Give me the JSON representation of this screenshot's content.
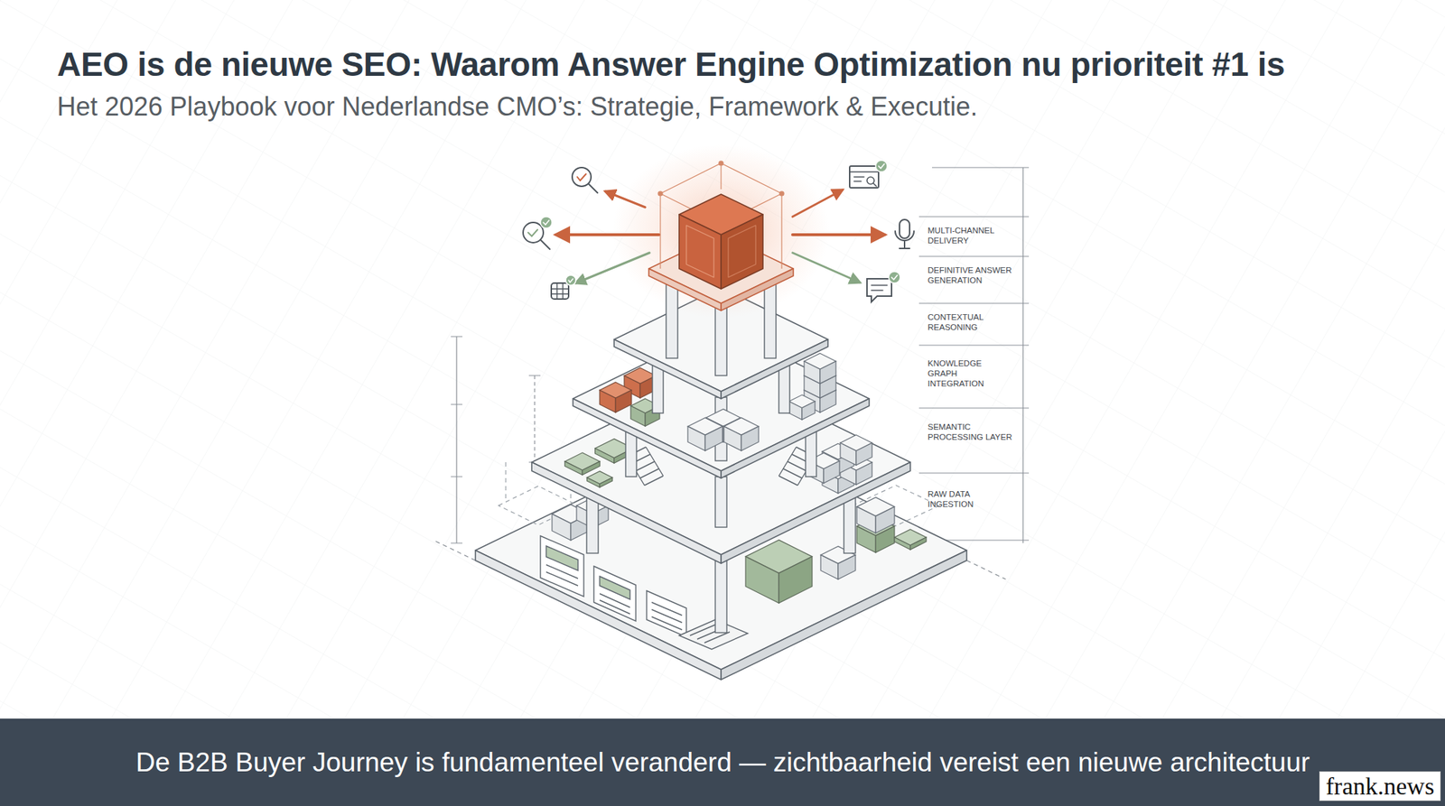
{
  "diagram": {
    "title": "AEO is de nieuwe SEO: Waarom Answer Engine Optimization nu prioriteit #1 is",
    "caption": "De B2B Buyer Journey is fundamenteel veranderd — zichtbaarheid vereist een nieuwe architectuur",
    "labels": [
      "Het 2026 Playbook voor Nederlandse CMO’s: Strategie, Framework & Executie.",
      "MULTI-CHANNEL DELIVERY",
      "DEFINITIVE ANSWER GENERATION",
      "CONTEXTUAL REASONING",
      "KNOWLEDGE GRAPH INTEGRATION",
      "SEMANTIC PROCESSING LAYER",
      "RAW DATA INGESTION",
      "frank.news"
    ]
  }
}
